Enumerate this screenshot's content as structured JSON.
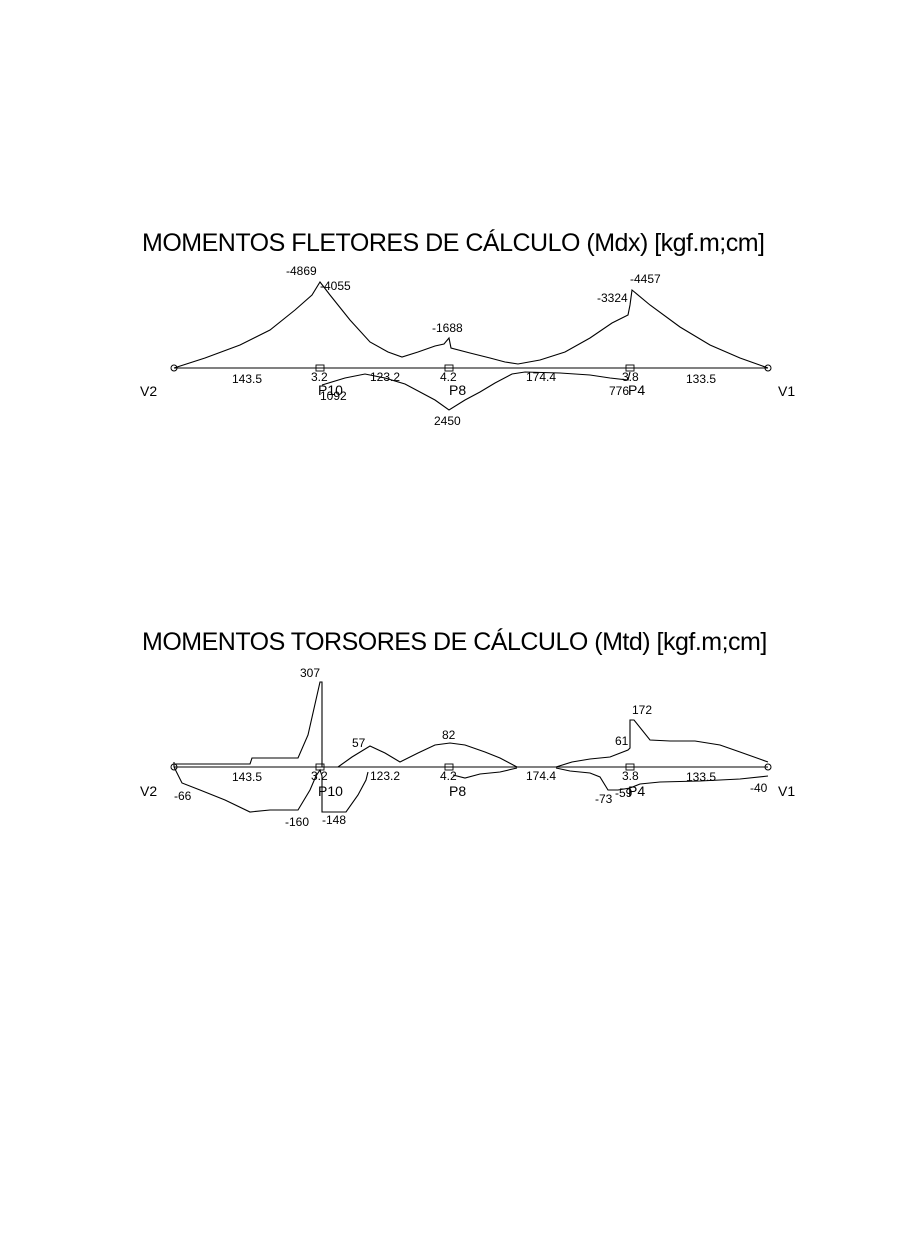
{
  "diagrams": [
    {
      "title": "MOMENTOS FLETORES DE CÁLCULO (Mdx) [kgf.m;cm]",
      "ends": {
        "left": "V2",
        "right": "V1"
      },
      "supports": [
        "P10",
        "P8",
        "P4"
      ],
      "span_lengths": [
        "143.5",
        "3.2",
        "123.2",
        "4.2",
        "174.4",
        "3.8",
        "133.5"
      ],
      "values": [
        "-4869",
        "-4055",
        "-1688",
        "-3324",
        "-4457",
        "1092",
        "2450",
        "776"
      ]
    },
    {
      "title": "MOMENTOS TORSORES DE CÁLCULO (Mtd) [kgf.m;cm]",
      "ends": {
        "left": "V2",
        "right": "V1"
      },
      "supports": [
        "P10",
        "P8",
        "P4"
      ],
      "span_lengths": [
        "143.5",
        "3.2",
        "123.2",
        "4.2",
        "174.4",
        "3.8",
        "133.5"
      ],
      "values": [
        "307",
        "57",
        "82",
        "172",
        "61",
        "-66",
        "-160",
        "-148",
        "-73",
        "-59",
        "-40"
      ]
    }
  ]
}
